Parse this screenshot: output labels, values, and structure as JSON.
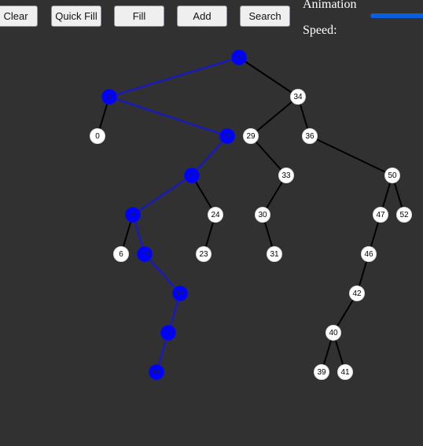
{
  "toolbar": {
    "clear_label": "Clear",
    "quick_fill_label": "Quick Fill",
    "fill_label": "Fill",
    "add_label": "Add",
    "search_label": "Search"
  },
  "animation": {
    "label_line1": "Animation",
    "label_line2": "Speed:"
  },
  "colors": {
    "background": "#313131",
    "node_default": "#ffffff",
    "node_highlight": "#0000ff",
    "edge_default": "#000000",
    "edge_highlight": "#1a1ab8",
    "slider": "#0b5fdc"
  },
  "tree": {
    "nodes": [
      {
        "id": "n27",
        "label": "27",
        "highlighted": true
      },
      {
        "id": "n4",
        "label": "4",
        "highlighted": true
      },
      {
        "id": "n34",
        "label": "34",
        "highlighted": false
      },
      {
        "id": "n0",
        "label": "0",
        "highlighted": false
      },
      {
        "id": "n26",
        "label": "26",
        "highlighted": true
      },
      {
        "id": "n29",
        "label": "29",
        "highlighted": false
      },
      {
        "id": "n36",
        "label": "36",
        "highlighted": false
      },
      {
        "id": "n22",
        "label": "22",
        "highlighted": true
      },
      {
        "id": "n33",
        "label": "33",
        "highlighted": false
      },
      {
        "id": "n50",
        "label": "50",
        "highlighted": false
      },
      {
        "id": "n8",
        "label": "8",
        "highlighted": true
      },
      {
        "id": "n24",
        "label": "24",
        "highlighted": false
      },
      {
        "id": "n30",
        "label": "30",
        "highlighted": false
      },
      {
        "id": "n47",
        "label": "47",
        "highlighted": false
      },
      {
        "id": "n52",
        "label": "52",
        "highlighted": false
      },
      {
        "id": "n6",
        "label": "6",
        "highlighted": false
      },
      {
        "id": "n10",
        "label": "10",
        "highlighted": true
      },
      {
        "id": "n23",
        "label": "23",
        "highlighted": false
      },
      {
        "id": "n31",
        "label": "31",
        "highlighted": false
      },
      {
        "id": "n46",
        "label": "46",
        "highlighted": false
      },
      {
        "id": "n18",
        "label": "18",
        "highlighted": true
      },
      {
        "id": "n42",
        "label": "42",
        "highlighted": false
      },
      {
        "id": "n17",
        "label": "17",
        "highlighted": true
      },
      {
        "id": "n40",
        "label": "40",
        "highlighted": false
      },
      {
        "id": "n16",
        "label": "16",
        "highlighted": true
      },
      {
        "id": "n39",
        "label": "39",
        "highlighted": false
      },
      {
        "id": "n41",
        "label": "41",
        "highlighted": false
      }
    ],
    "edges": [
      {
        "from": "n27",
        "to": "n4",
        "highlighted": true
      },
      {
        "from": "n27",
        "to": "n34",
        "highlighted": false
      },
      {
        "from": "n4",
        "to": "n0",
        "highlighted": false
      },
      {
        "from": "n4",
        "to": "n26",
        "highlighted": true
      },
      {
        "from": "n34",
        "to": "n29",
        "highlighted": false
      },
      {
        "from": "n34",
        "to": "n36",
        "highlighted": false
      },
      {
        "from": "n26",
        "to": "n22",
        "highlighted": true
      },
      {
        "from": "n29",
        "to": "n33",
        "highlighted": false
      },
      {
        "from": "n36",
        "to": "n50",
        "highlighted": false
      },
      {
        "from": "n22",
        "to": "n8",
        "highlighted": true
      },
      {
        "from": "n22",
        "to": "n24",
        "highlighted": false
      },
      {
        "from": "n33",
        "to": "n30",
        "highlighted": false
      },
      {
        "from": "n50",
        "to": "n47",
        "highlighted": false
      },
      {
        "from": "n50",
        "to": "n52",
        "highlighted": false
      },
      {
        "from": "n8",
        "to": "n6",
        "highlighted": false
      },
      {
        "from": "n8",
        "to": "n10",
        "highlighted": true
      },
      {
        "from": "n24",
        "to": "n23",
        "highlighted": false
      },
      {
        "from": "n30",
        "to": "n31",
        "highlighted": false
      },
      {
        "from": "n47",
        "to": "n46",
        "highlighted": false
      },
      {
        "from": "n10",
        "to": "n18",
        "highlighted": true
      },
      {
        "from": "n46",
        "to": "n42",
        "highlighted": false
      },
      {
        "from": "n18",
        "to": "n17",
        "highlighted": true
      },
      {
        "from": "n42",
        "to": "n40",
        "highlighted": false
      },
      {
        "from": "n17",
        "to": "n16",
        "highlighted": true
      },
      {
        "from": "n40",
        "to": "n39",
        "highlighted": false
      },
      {
        "from": "n40",
        "to": "n41",
        "highlighted": false
      }
    ]
  }
}
